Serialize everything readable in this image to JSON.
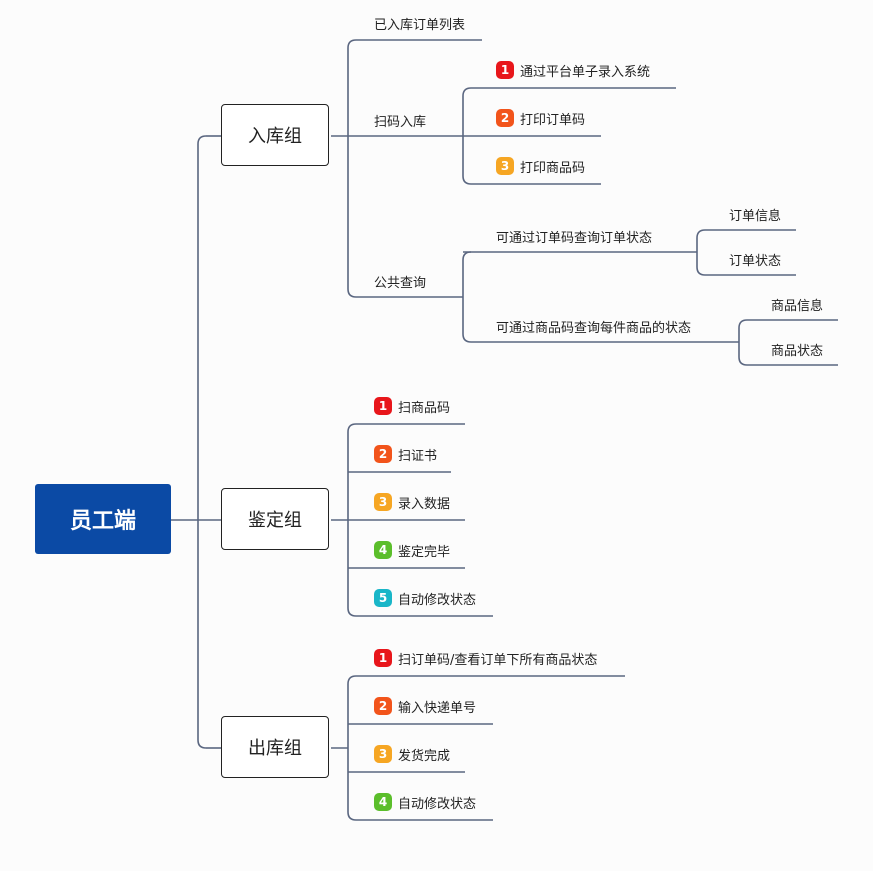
{
  "root": {
    "label": "员工端",
    "color": "#0b4aa5"
  },
  "line_color": "#5a6680",
  "badge_colors": [
    "#e8161b",
    "#f2541b",
    "#f6a623",
    "#5bbe2b",
    "#19b6c8"
  ],
  "groups": [
    {
      "label": "入库组",
      "children": [
        {
          "label": "已入库订单列表"
        },
        {
          "label": "扫码入库",
          "steps": [
            {
              "num": "1",
              "label": "通过平台单子录入系统"
            },
            {
              "num": "2",
              "label": "打印订单码"
            },
            {
              "num": "3",
              "label": "打印商品码"
            }
          ]
        },
        {
          "label": "公共查询",
          "children": [
            {
              "label": "可通过订单码查询订单状态",
              "children": [
                "订单信息",
                "订单状态"
              ]
            },
            {
              "label": "可通过商品码查询每件商品的状态",
              "children": [
                "商品信息",
                "商品状态"
              ]
            }
          ]
        }
      ]
    },
    {
      "label": "鉴定组",
      "steps": [
        {
          "num": "1",
          "label": "扫商品码"
        },
        {
          "num": "2",
          "label": "扫证书"
        },
        {
          "num": "3",
          "label": "录入数据"
        },
        {
          "num": "4",
          "label": "鉴定完毕"
        },
        {
          "num": "5",
          "label": "自动修改状态"
        }
      ]
    },
    {
      "label": "出库组",
      "steps": [
        {
          "num": "1",
          "label": "扫订单码/查看订单下所有商品状态"
        },
        {
          "num": "2",
          "label": "输入快递单号"
        },
        {
          "num": "3",
          "label": "发货完成"
        },
        {
          "num": "4",
          "label": "自动修改状态"
        }
      ]
    }
  ]
}
